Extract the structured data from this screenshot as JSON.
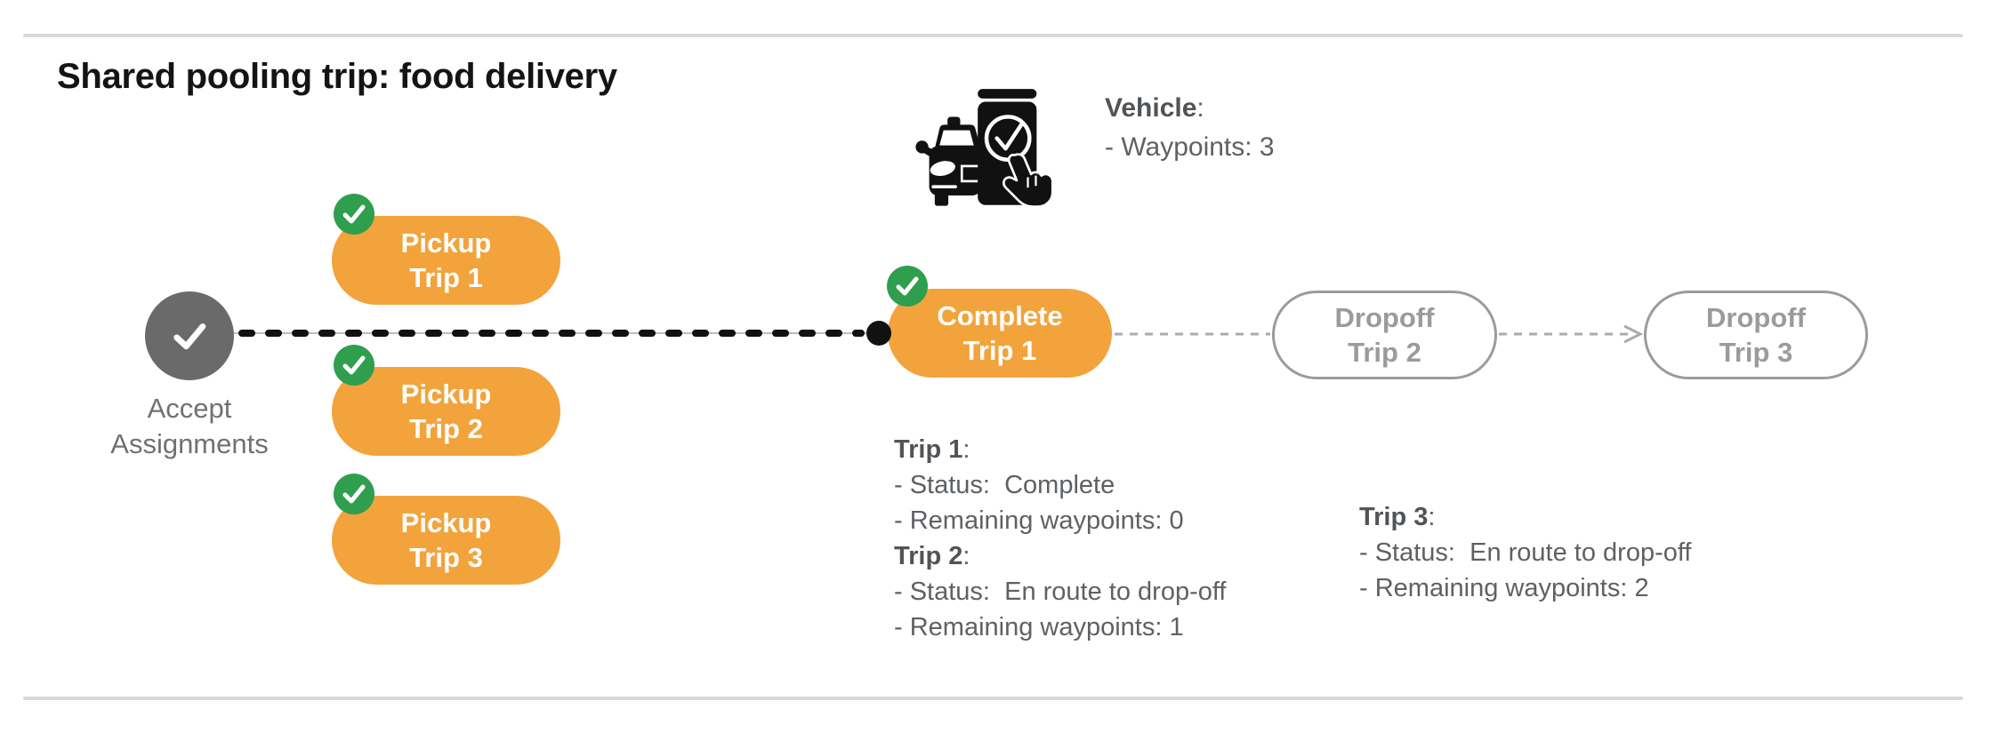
{
  "title": "Shared pooling trip: food delivery",
  "vehicle": {
    "heading_bold": "Vehicle",
    "heading_rest": ":",
    "waypoints": "- Waypoints: 3"
  },
  "flow": {
    "start": {
      "label_line1": "Accept",
      "label_line2": "Assignments"
    },
    "pickups": [
      {
        "line1": "Pickup",
        "line2": "Trip 1"
      },
      {
        "line1": "Pickup",
        "line2": "Trip 2"
      },
      {
        "line1": "Pickup",
        "line2": "Trip 3"
      }
    ],
    "complete": {
      "line1": "Complete",
      "line2": "Trip 1"
    },
    "dropoffs": [
      {
        "line1": "Dropoff",
        "line2": "Trip 2"
      },
      {
        "line1": "Dropoff",
        "line2": "Trip 3"
      }
    ]
  },
  "status": {
    "block1": {
      "trip1_heading_bold": "Trip 1",
      "trip1_heading_rest": ":",
      "trip1_line1": "- Status:  Complete",
      "trip1_line2": "- Remaining waypoints: 0",
      "trip2_heading_bold": "Trip 2",
      "trip2_heading_rest": ":",
      "trip2_line1": "- Status:  En route to drop-off",
      "trip2_line2": "- Remaining waypoints: 1"
    },
    "block2": {
      "trip3_heading_bold": "Trip 3",
      "trip3_heading_rest": ":",
      "trip3_line1": "- Status:  En route to drop-off",
      "trip3_line2": "- Remaining waypoints: 2"
    }
  },
  "colors": {
    "orange_node": "#F3A33B",
    "green_badge": "#2F9E4E",
    "dark_gray_node": "#6A6A6A",
    "outline_gray": "#9B9B9B",
    "text_gray": "#5E6164",
    "heading_gray": "#515457",
    "line_black": "#111111",
    "rule_gray": "#D9D9D9"
  }
}
